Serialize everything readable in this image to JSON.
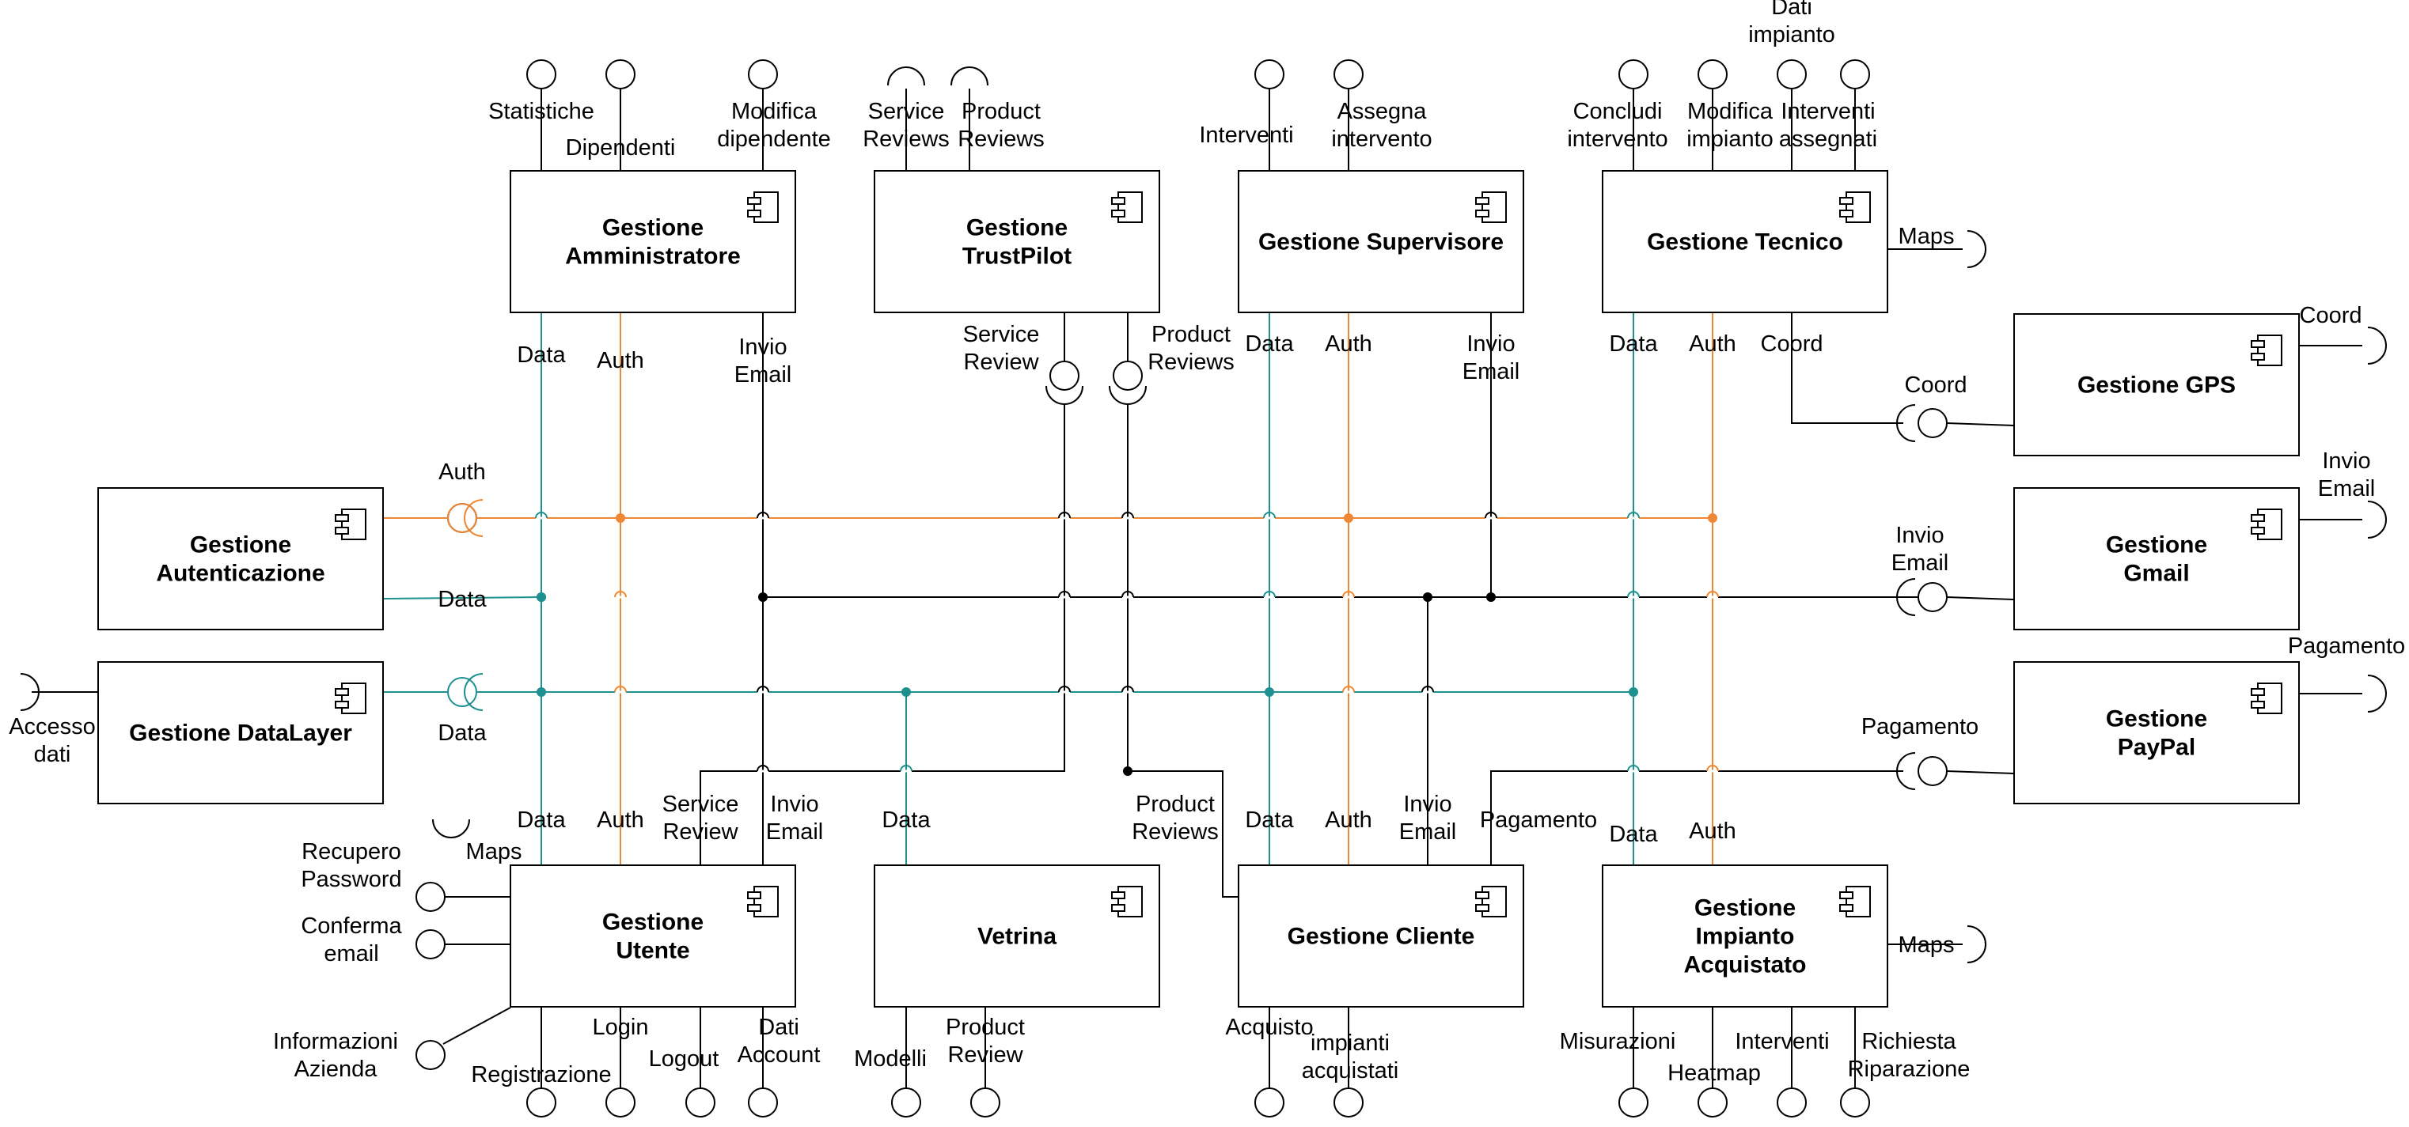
{
  "colors": {
    "data_bus": "#1e9090",
    "auth_bus": "#ee8834",
    "email_bus": "#000000",
    "line": "#000000",
    "background": "#ffffff"
  },
  "components": {
    "amministratore": "Gestione\nAmministratore",
    "trustpilot": "Gestione\nTrustPilot",
    "supervisore": "Gestione Supervisore",
    "tecnico": "Gestione Tecnico",
    "gps": "Gestione GPS",
    "autenticazione": "Gestione\nAutenticazione",
    "gmail": "Gestione\nGmail",
    "datalayer": "Gestione DataLayer",
    "paypal": "Gestione\nPayPal",
    "utente": "Gestione\nUtente",
    "vetrina": "Vetrina",
    "cliente": "Gestione Cliente",
    "impianto": "Gestione\nImpianto\nAcquistato"
  },
  "labels": {
    "statistiche": "Statistiche",
    "dipendenti": "Dipendenti",
    "modifica_dipendente": "Modifica\ndipendente",
    "service_reviews": "Service\nReviews",
    "product_reviews_top": "Product\nReviews",
    "interventi_sup": "Interventi",
    "assegna_intervento": "Assegna\nintervento",
    "dati_impianto": "Dati\nimpianto",
    "concludi_intervento": "Concludi\nintervento",
    "modifica_impianto": "Modifica\nimpianto",
    "interventi_assegnati": "Interventi\nassegnati",
    "maps_tecnico": "Maps",
    "data_admin": "Data",
    "auth_admin": "Auth",
    "email_admin": "Invio\nEmail",
    "service_review_tp": "Service\nReview",
    "product_reviews_tp": "Product\nReviews",
    "data_sup": "Data",
    "auth_sup": "Auth",
    "email_sup": "Invio\nEmail",
    "data_tec": "Data",
    "auth_tec": "Auth",
    "coord_tec": "Coord",
    "coord_gps_out": "Coord",
    "coord_gps_in": "Coord",
    "auth_autent": "Auth",
    "data_autent": "Data",
    "email_gmail_out": "Invio\nEmail",
    "email_gmail_in": "Invio\nEmail",
    "accesso_dati": "Accesso\ndati",
    "data_dl": "Data",
    "pagamento_out": "Pagamento",
    "pagamento_in": "Pagamento",
    "maps_utente": "Maps",
    "data_utente": "Data",
    "auth_utente": "Auth",
    "service_review_ut": "Service\nReview",
    "email_utente": "Invio\nEmail",
    "data_vetrina": "Data",
    "product_reviews_cl": "Product\nReviews",
    "data_cliente": "Data",
    "auth_cliente": "Auth",
    "email_cliente": "Invio\nEmail",
    "pagamento_cliente": "Pagamento",
    "data_impianto": "Data",
    "auth_impianto": "Auth",
    "recupero_password": "Recupero\nPassword",
    "conferma_email": "Conferma\nemail",
    "informazioni_azienda": "Informazioni\nAzienda",
    "registrazione": "Registrazione",
    "login": "Login",
    "logout": "Logout",
    "dati_account": "Dati\nAccount",
    "modelli": "Modelli",
    "product_review_v": "Product\nReview",
    "acquisto": "Acquisto",
    "impianti_acquistati": "impianti\nacquistati",
    "maps_impianto": "Maps",
    "misurazioni": "Misurazioni",
    "heatmap": "Heatmap",
    "interventi_imp": "Interventi",
    "richiesta_riparazione": "Richiesta\nRiparazione"
  }
}
